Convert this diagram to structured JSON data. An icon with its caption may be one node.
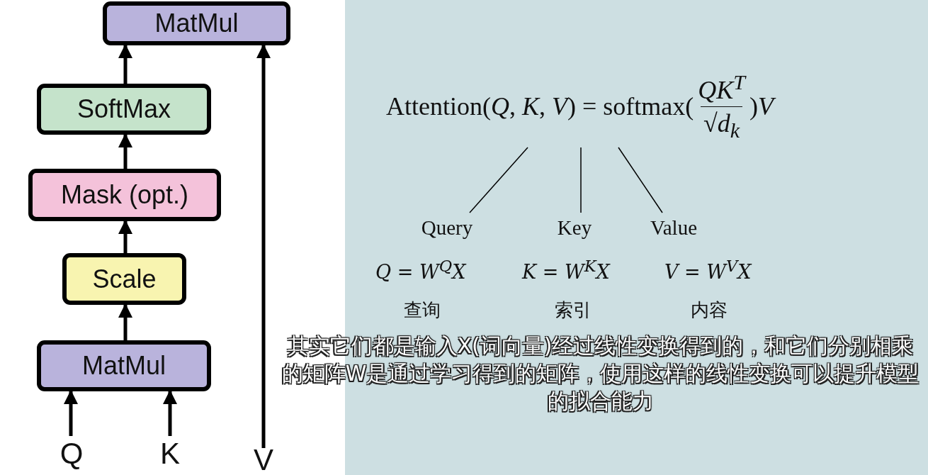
{
  "diagram": {
    "nodes": [
      {
        "text": [
          "MatMul"
        ]
      },
      {
        "text": [
          "SoftMax"
        ]
      },
      {
        "text": [
          "Mask (opt.)"
        ]
      },
      {
        "text": [
          "Scale"
        ]
      },
      {
        "text": [
          "MatMul"
        ]
      },
      {
        "text": [
          "Q"
        ]
      },
      {
        "text": [
          "K"
        ]
      },
      {
        "text": [
          "V"
        ]
      },
      {
        "text": [
          "Attention(*Q*, *K*, *V*) = softmax(",
          "*QK*$^{T}$",
          "√*d*$_{k}$",
          ")*V*"
        ]
      },
      {
        "text": [
          "Query"
        ]
      },
      {
        "text": [
          "Key"
        ]
      },
      {
        "text": [
          "Value"
        ]
      }
    ],
    "edges": [
      {
        "from": 4,
        "to": 3,
        "arrow": "to"
      },
      {
        "from": 3,
        "to": 2,
        "arrow": "to"
      },
      {
        "from": 2,
        "to": 1,
        "arrow": "to"
      },
      {
        "from": 1,
        "to": 0,
        "arrow": "to"
      },
      {
        "from": 5,
        "to": 4,
        "arrow": "to"
      },
      {
        "from": 6,
        "to": 4,
        "arrow": "to"
      },
      {
        "from": 7,
        "to": 0,
        "arrow": "to"
      },
      {
        "from": 8,
        "to": 9,
        "arrow": "none"
      },
      {
        "from": 8,
        "to": 10,
        "arrow": "none"
      },
      {
        "from": 8,
        "to": 11,
        "arrow": "none"
      }
    ],
    "labels": [
      "Q = W$^{Q}$X",
      "K = W$^{K}$X",
      "V = W$^{V}$X",
      "查询",
      "索引",
      "内容",
      "其实它们都是输入X(词向量)经过线性变换得到的，和它们分别相乘的矩阵W是通过学习得到的矩阵，使用这样的线性变换可以提升模型的拟合能力"
    ]
  }
}
